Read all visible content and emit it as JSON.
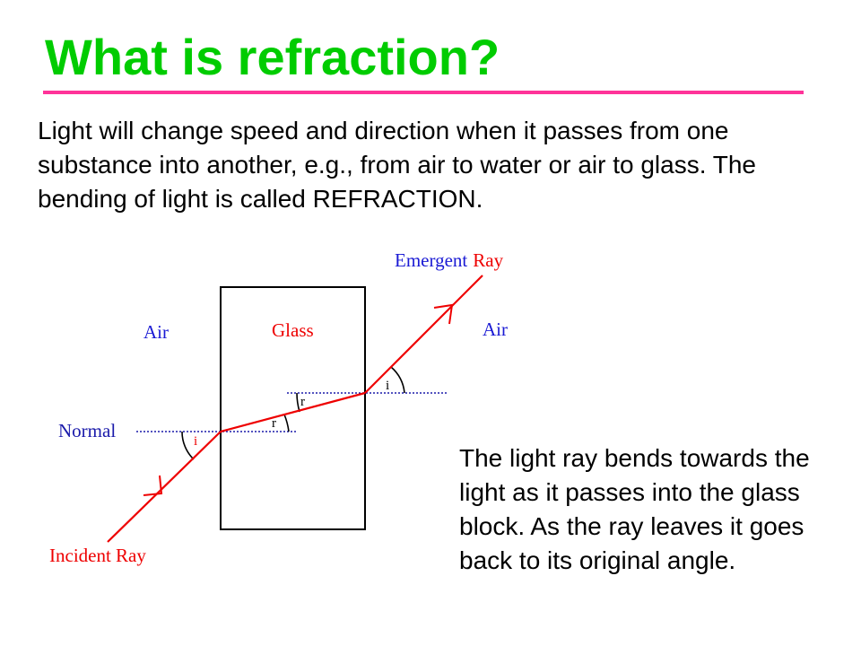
{
  "slide": {
    "title": "What is refraction?",
    "intro": "Light will change speed and direction when it passes from one substance into another, e.g., from air to water or air to glass.  The bending of light is called REFRACTION.",
    "note": "The light ray bends towards the light as it passes into the glass block.  As the ray leaves it goes back to its original angle."
  },
  "diagram": {
    "labels": {
      "air_left": "Air",
      "glass": "Glass",
      "air_right": "Air",
      "normal": "Normal",
      "incident_ray": "Incident Ray",
      "emergent_word": "Emergent",
      "ray_word": "Ray"
    },
    "angles": {
      "incidence": "i",
      "refraction_bottom": "r",
      "refraction_top": "r",
      "emergence": "i"
    },
    "colors": {
      "title": "#00cc00",
      "rule": "#ff3399",
      "ray": "#ee0000",
      "normal_line": "#1a1aaa",
      "air_label": "#1a1ad4",
      "glass_label": "#ee0000"
    }
  }
}
